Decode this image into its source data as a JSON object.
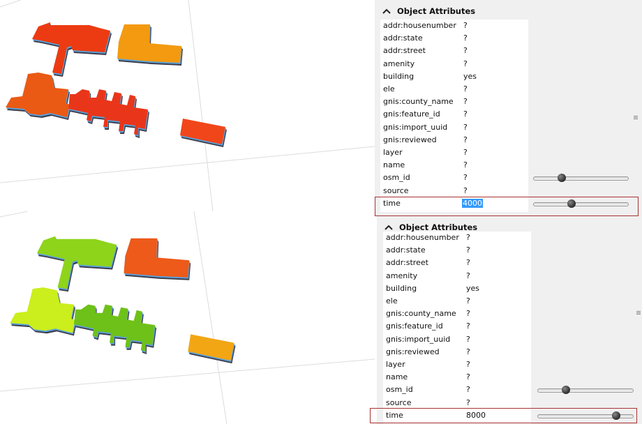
{
  "colors": {
    "highlight": "#a83232",
    "selection": "#3399ff",
    "panel_bg": "#f0f0f0"
  },
  "panels": [
    {
      "header": "Object Attributes",
      "attributes": [
        {
          "key": "addr:housenumber",
          "value": "?"
        },
        {
          "key": "addr:state",
          "value": "?"
        },
        {
          "key": "addr:street",
          "value": "?"
        },
        {
          "key": "amenity",
          "value": "?"
        },
        {
          "key": "building",
          "value": "yes"
        },
        {
          "key": "ele",
          "value": "?"
        },
        {
          "key": "gnis:county_name",
          "value": "?"
        },
        {
          "key": "gnis:feature_id",
          "value": "?"
        },
        {
          "key": "gnis:import_uuid",
          "value": "?"
        },
        {
          "key": "gnis:reviewed",
          "value": "?"
        },
        {
          "key": "layer",
          "value": "?"
        },
        {
          "key": "name",
          "value": "?"
        },
        {
          "key": "osm_id",
          "value": "?"
        },
        {
          "key": "source",
          "value": "?"
        },
        {
          "key": "time",
          "value": "4000",
          "selected": true
        }
      ],
      "sliders": [
        {
          "name": "osm_id",
          "position": 0.3
        },
        {
          "name": "time",
          "position": 0.4
        }
      ]
    },
    {
      "header": "Object Attributes",
      "attributes": [
        {
          "key": "addr:housenumber",
          "value": "?"
        },
        {
          "key": "addr:state",
          "value": "?"
        },
        {
          "key": "addr:street",
          "value": "?"
        },
        {
          "key": "amenity",
          "value": "?"
        },
        {
          "key": "building",
          "value": "yes"
        },
        {
          "key": "ele",
          "value": "?"
        },
        {
          "key": "gnis:county_name",
          "value": "?"
        },
        {
          "key": "gnis:feature_id",
          "value": "?"
        },
        {
          "key": "gnis:import_uuid",
          "value": "?"
        },
        {
          "key": "gnis:reviewed",
          "value": "?"
        },
        {
          "key": "layer",
          "value": "?"
        },
        {
          "key": "name",
          "value": "?"
        },
        {
          "key": "osm_id",
          "value": "?"
        },
        {
          "key": "source",
          "value": "?"
        },
        {
          "key": "time",
          "value": "8000",
          "selected": false
        }
      ],
      "sliders": [
        {
          "name": "osm_id",
          "position": 0.3
        },
        {
          "name": "time",
          "position": 0.82
        }
      ]
    }
  ],
  "views": [
    {
      "fills": {
        "north_wing": "#ec3b12",
        "west_block": "#ea5a14",
        "ne_block": "#f39a10",
        "south_wing": "#e9361a",
        "east_block": "#f1461a"
      }
    },
    {
      "fills": {
        "north_wing": "#8ed41b",
        "west_block": "#cbee1d",
        "ne_block": "#ed5a1a",
        "south_wing": "#6ec119",
        "east_block": "#f2a614"
      }
    }
  ]
}
